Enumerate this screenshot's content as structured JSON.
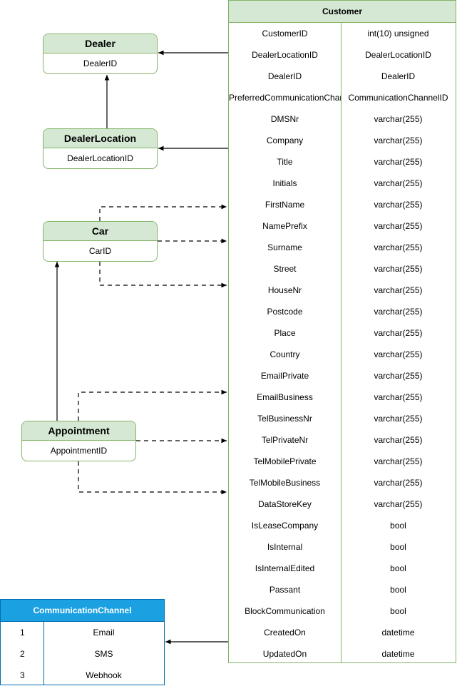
{
  "entities": {
    "dealer": {
      "title": "Dealer",
      "key": "DealerID"
    },
    "dealer_location": {
      "title": "DealerLocation",
      "key": "DealerLocationID"
    },
    "car": {
      "title": "Car",
      "key": "CarID"
    },
    "appointment": {
      "title": "Appointment",
      "key": "AppointmentID"
    }
  },
  "customer": {
    "title": "Customer",
    "rows": [
      {
        "name": "CustomerID",
        "type": "int(10) unsigned"
      },
      {
        "name": "DealerLocationID",
        "type": "DealerLocationID"
      },
      {
        "name": "DealerID",
        "type": "DealerID"
      },
      {
        "name": "PreferredCommunicationChannelID",
        "type": "CommunicationChannelID"
      },
      {
        "name": "DMSNr",
        "type": "varchar(255)"
      },
      {
        "name": "Company",
        "type": "varchar(255)"
      },
      {
        "name": "Title",
        "type": "varchar(255)"
      },
      {
        "name": "Initials",
        "type": "varchar(255)"
      },
      {
        "name": "FirstName",
        "type": "varchar(255)"
      },
      {
        "name": "NamePrefix",
        "type": "varchar(255)"
      },
      {
        "name": "Surname",
        "type": "varchar(255)"
      },
      {
        "name": "Street",
        "type": "varchar(255)"
      },
      {
        "name": "HouseNr",
        "type": "varchar(255)"
      },
      {
        "name": "Postcode",
        "type": "varchar(255)"
      },
      {
        "name": "Place",
        "type": "varchar(255)"
      },
      {
        "name": "Country",
        "type": "varchar(255)"
      },
      {
        "name": "EmailPrivate",
        "type": "varchar(255)"
      },
      {
        "name": "EmailBusiness",
        "type": "varchar(255)"
      },
      {
        "name": "TelBusinessNr",
        "type": "varchar(255)"
      },
      {
        "name": "TelPrivateNr",
        "type": "varchar(255)"
      },
      {
        "name": "TelMobilePrivate",
        "type": "varchar(255)"
      },
      {
        "name": "TelMobileBusiness",
        "type": "varchar(255)"
      },
      {
        "name": "DataStoreKey",
        "type": "varchar(255)"
      },
      {
        "name": "IsLeaseCompany",
        "type": "bool"
      },
      {
        "name": "IsInternal",
        "type": "bool"
      },
      {
        "name": "IsInternalEdited",
        "type": "bool"
      },
      {
        "name": "Passant",
        "type": "bool"
      },
      {
        "name": "BlockCommunication",
        "type": "bool"
      },
      {
        "name": "CreatedOn",
        "type": "datetime"
      },
      {
        "name": "UpdatedOn",
        "type": "datetime"
      }
    ]
  },
  "communication_channel": {
    "title": "CommunicationChannel",
    "rows": [
      {
        "id": "1",
        "name": "Email"
      },
      {
        "id": "2",
        "name": "SMS"
      },
      {
        "id": "3",
        "name": "Webhook"
      }
    ]
  },
  "colors": {
    "entity_fill": "#d5e8d4",
    "entity_stroke": "#82b366",
    "channel_fill": "#1ba1e2",
    "channel_stroke": "#006eaf",
    "line": "#000000"
  }
}
